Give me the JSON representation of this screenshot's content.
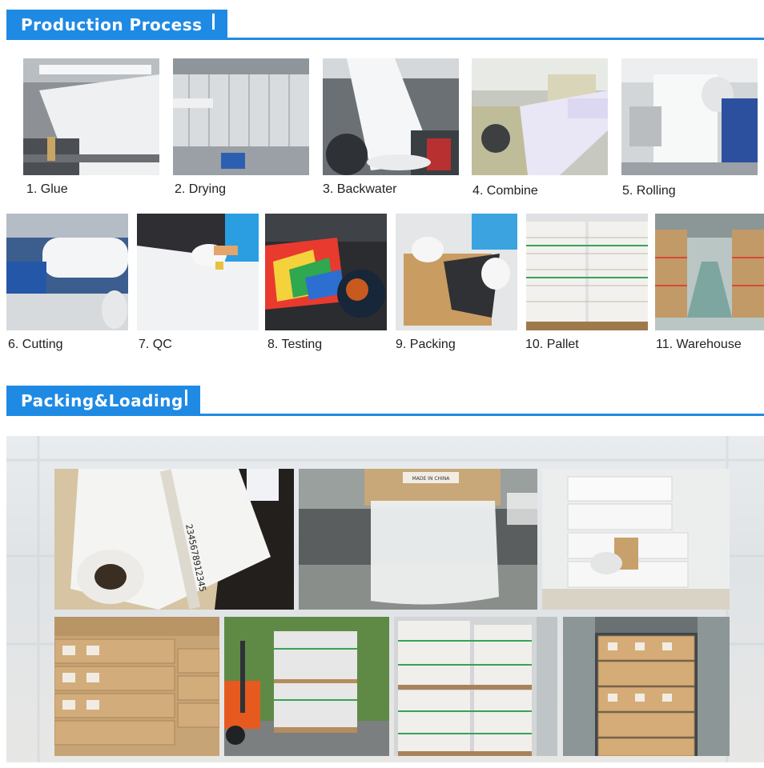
{
  "sections": {
    "production": {
      "title": "Production Process"
    },
    "packing": {
      "title": "Packing&Loading"
    }
  },
  "process_steps": [
    {
      "label": "1. Glue"
    },
    {
      "label": "2. Drying"
    },
    {
      "label": "3. Backwater"
    },
    {
      "label": "4. Combine"
    },
    {
      "label": "5. Rolling"
    },
    {
      "label": "6. Cutting"
    },
    {
      "label": "7. QC"
    },
    {
      "label": "8. Testing"
    },
    {
      "label": "9. Packing"
    },
    {
      "label": "10. Pallet"
    },
    {
      "label": "11. Warehouse"
    }
  ],
  "packing_photo_text": {
    "box_label": "MADE IN CHINA",
    "tape_numbers": "2345678912345"
  },
  "colors": {
    "accent": "#1f8ae3",
    "caption_text": "#222222",
    "carton": "#c9a06a"
  }
}
